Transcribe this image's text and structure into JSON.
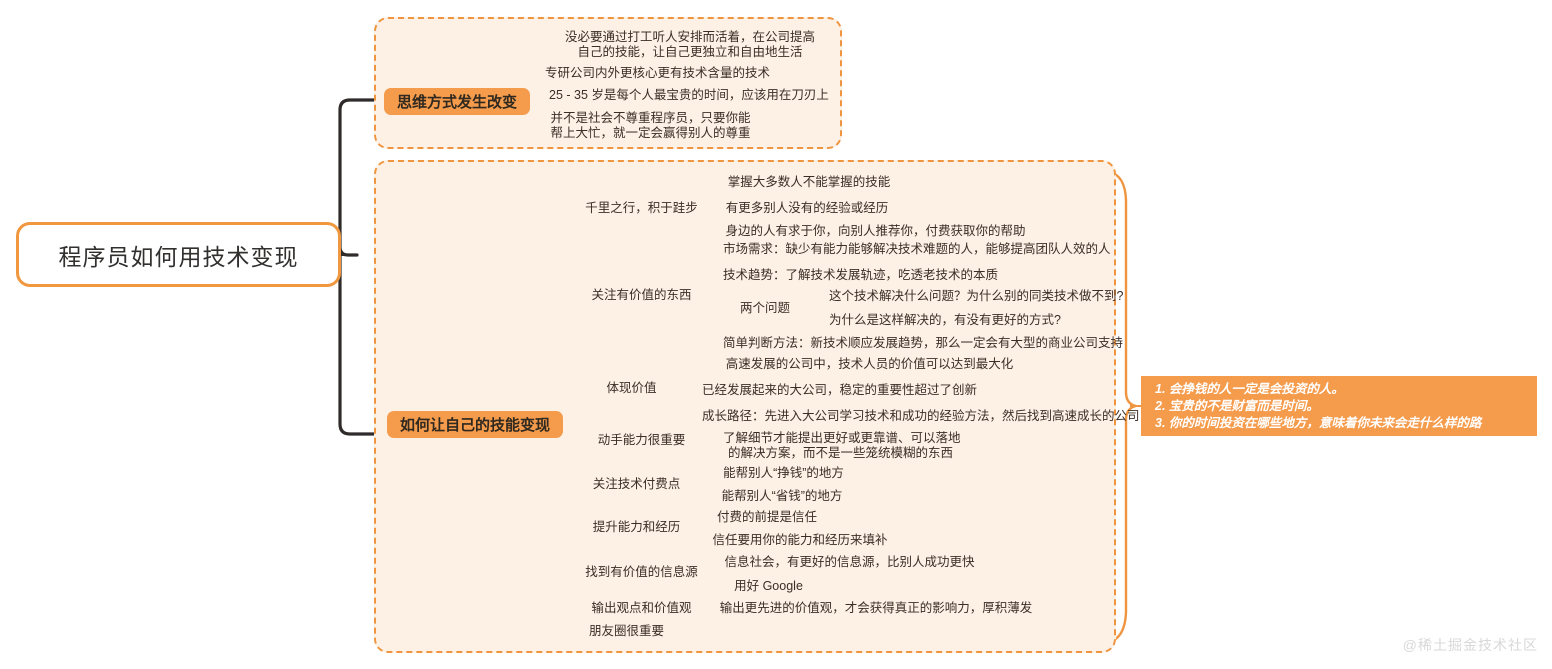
{
  "root": {
    "label": "程序员如何用技术变现"
  },
  "branches": [
    {
      "label": "思维方式发生改变",
      "children": [
        {
          "label": "没必要通过打工听人安排而活着，在公司提高\n自己的技能，让自己更独立和自由地生活"
        },
        {
          "label": "专研公司内外更核心更有技术含量的技术"
        },
        {
          "label": "25 - 35 岁是每个人最宝贵的时间，应该用在刀刃上"
        },
        {
          "label": "并不是社会不尊重程序员，只要你能\n帮上大忙，就一定会赢得别人的尊重"
        }
      ]
    },
    {
      "label": "如何让自己的技能变现",
      "children": [
        {
          "label": "千里之行，积于跬步",
          "children": [
            {
              "label": "掌握大多数人不能掌握的技能"
            },
            {
              "label": "有更多别人没有的经验或经历"
            },
            {
              "label": "身边的人有求于你，向别人推荐你，付费获取你的帮助"
            }
          ]
        },
        {
          "label": "关注有价值的东西",
          "children": [
            {
              "label": "市场需求：缺少有能力能够解决技术难题的人，能够提高团队人效的人"
            },
            {
              "label": "技术趋势：了解技术发展轨迹，吃透老技术的本质"
            },
            {
              "label": "两个问题",
              "children": [
                {
                  "label": "这个技术解决什么问题？为什么别的同类技术做不到?"
                },
                {
                  "label": "为什么是这样解决的，有没有更好的方式?"
                }
              ]
            },
            {
              "label": "简单判断方法：新技术顺应发展趋势，那么一定会有大型的商业公司支持"
            }
          ]
        },
        {
          "label": "体现价值",
          "children": [
            {
              "label": "高速发展的公司中，技术人员的价值可以达到最大化"
            },
            {
              "label": "已经发展起来的大公司，稳定的重要性超过了创新"
            },
            {
              "label": "成长路径：先进入大公司学习技术和成功的经验方法，然后找到高速成长的公司"
            }
          ]
        },
        {
          "label": "动手能力很重要",
          "children": [
            {
              "label": "了解细节才能提出更好或更靠谱、可以落地\n的解决方案，而不是一些笼统模糊的东西"
            }
          ]
        },
        {
          "label": "关注技术付费点",
          "children": [
            {
              "label": "能帮别人“挣钱”的地方"
            },
            {
              "label": "能帮别人“省钱”的地方"
            }
          ]
        },
        {
          "label": "提升能力和经历",
          "children": [
            {
              "label": "付费的前提是信任"
            },
            {
              "label": "信任要用你的能力和经历来填补"
            }
          ]
        },
        {
          "label": "找到有价值的信息源",
          "children": [
            {
              "label": "信息社会，有更好的信息源，比别人成功更快"
            },
            {
              "label": "用好 Google"
            }
          ]
        },
        {
          "label": "输出观点和价值观",
          "children": [
            {
              "label": "输出更先进的价值观，才会获得真正的影响力，厚积薄发"
            }
          ]
        },
        {
          "label": "朋友圈很重要",
          "children": []
        }
      ]
    }
  ],
  "summary": {
    "items": [
      "1. 会挣钱的人一定是会投资的人。",
      "2. 宝贵的不是财富而是时间。",
      "3. 你的时间投资在哪些地方，意味着你未来会走什么样的路"
    ]
  },
  "watermark": {
    "label": "@稀土掘金技术社区"
  },
  "colors": {
    "accent": "#f0973f",
    "branch_fill": "#f59b4c",
    "group_fill": "#fdf1e6",
    "text": "#3a2e26",
    "line": "#3a2e26"
  }
}
